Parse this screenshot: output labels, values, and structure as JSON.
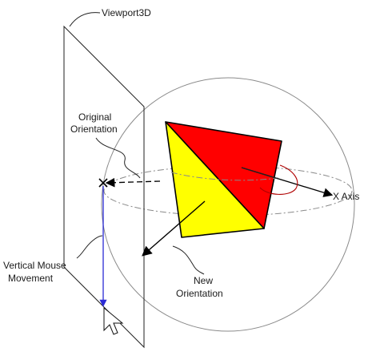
{
  "labels": {
    "viewport": "Viewport3D",
    "original_line1": "Original",
    "original_line2": "Orientation",
    "x_axis": "X Axis",
    "vertical_line1": "Vertical Mouse",
    "vertical_line2": "Movement",
    "new_line1": "New",
    "new_line2": "Orientation"
  },
  "colors": {
    "face_red": "#ff0000",
    "face_yellow": "#ffff00",
    "outline": "#000000",
    "mouse_path": "#2b2bd6",
    "sphere": "#8a8a8a",
    "background": "#ffffff"
  },
  "icons": {
    "cursor": "mouse-pointer-icon",
    "original_mark": "cross-mark-icon"
  }
}
